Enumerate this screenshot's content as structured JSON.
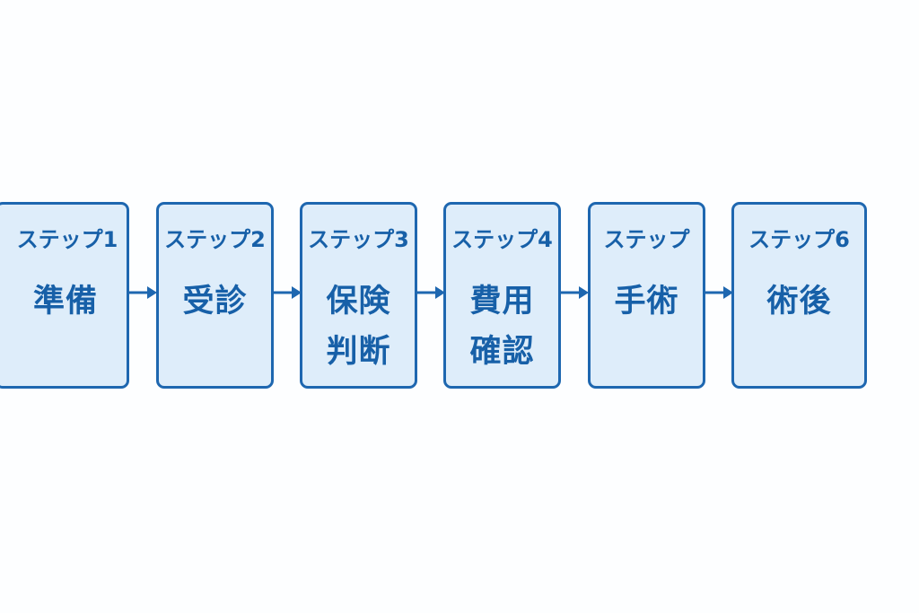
{
  "steps": [
    {
      "label": "ステップ1",
      "title": "準備"
    },
    {
      "label": "ステップ2",
      "title": "受診"
    },
    {
      "label": "ステップ3",
      "title": "保険\n判断"
    },
    {
      "label": "ステップ4",
      "title": "費用\n確認"
    },
    {
      "label": "ステップ",
      "title": "手術"
    },
    {
      "label": "ステップ6",
      "title": "術後"
    }
  ],
  "colors": {
    "box_border": "#1e67b0",
    "box_fill": "#deedfa",
    "text": "#1760a8",
    "arrow": "#1e67b0",
    "background": "#fdfeff"
  }
}
